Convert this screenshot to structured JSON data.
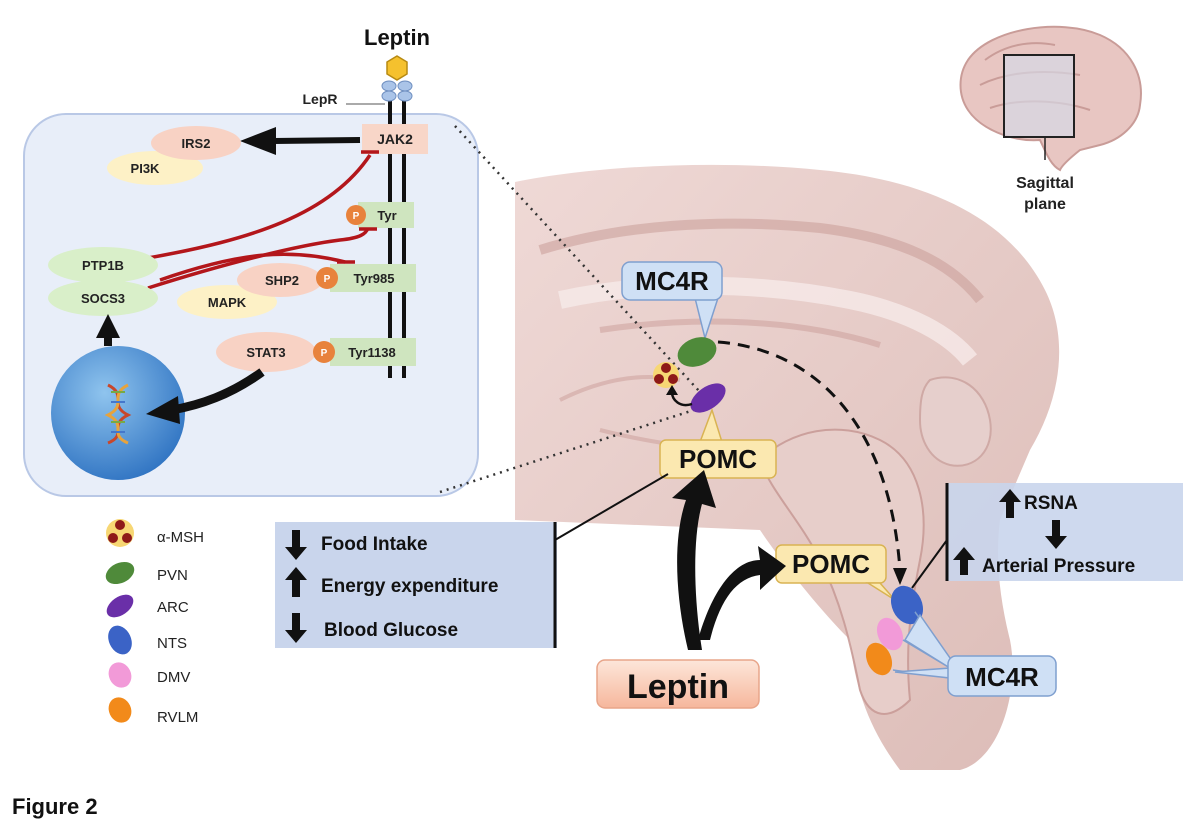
{
  "top_receptor": {
    "leptin_label": "Leptin",
    "lepr_label": "LepR"
  },
  "inset": {
    "jak2": "JAK2",
    "irs2": "IRS2",
    "pi3k": "PI3K",
    "tyr": "Tyr",
    "ptp1b": "PTP1B",
    "socs3": "SOCS3",
    "shp2": "SHP2",
    "mapk": "MAPK",
    "tyr985": "Tyr985",
    "stat3": "STAT3",
    "tyr1138": "Tyr1138",
    "phospho": "P"
  },
  "brain_thumb": {
    "label_line1": "Sagittal",
    "label_line2": "plane"
  },
  "sagittal": {
    "mc4r_top": "MC4R",
    "pomc_upper": "POMC",
    "pomc_lower": "POMC",
    "mc4r_bottom": "MC4R",
    "leptin_big": "Leptin"
  },
  "effects_left": [
    {
      "arrow": "down",
      "text": "Food Intake"
    },
    {
      "arrow": "up",
      "text": "Energy expenditure"
    },
    {
      "arrow": "down",
      "text": "Blood Glucose"
    }
  ],
  "effects_right": {
    "rsna": "RSNA",
    "arterial": "Arterial Pressure"
  },
  "legend": [
    {
      "label": "α-MSH",
      "icon": "alpha-msh-icon"
    },
    {
      "label": "PVN",
      "color": "#4f8a3a"
    },
    {
      "label": "ARC",
      "color": "#6a2fa8"
    },
    {
      "label": "NTS",
      "color": "#3b63c6"
    },
    {
      "label": "DMV",
      "color": "#f29ad8"
    },
    {
      "label": "RVLM",
      "color": "#f28a1a"
    }
  ],
  "figure_label": "Figure 2"
}
